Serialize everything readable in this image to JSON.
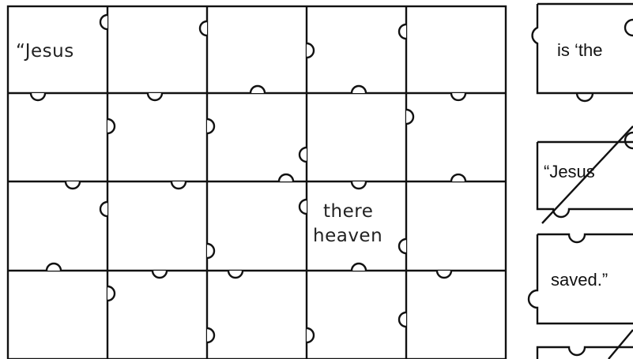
{
  "board": {
    "rows": 4,
    "cols": 5,
    "words": [
      {
        "text": "“Jesus",
        "row": 0,
        "col": 0
      },
      {
        "text": "there",
        "row": 2,
        "col": 3
      },
      {
        "text": "heaven",
        "row": 2,
        "col": 3,
        "line": 2
      }
    ]
  },
  "side_pieces": [
    {
      "id": "piece-is-the",
      "text": "is ‘the",
      "crossed_out": false
    },
    {
      "id": "piece-jesus",
      "text": "“Jesus",
      "crossed_out": true
    },
    {
      "id": "piece-saved",
      "text": "saved.”",
      "crossed_out": false
    },
    {
      "id": "piece-bottom",
      "text": "",
      "crossed_out": true
    }
  ]
}
